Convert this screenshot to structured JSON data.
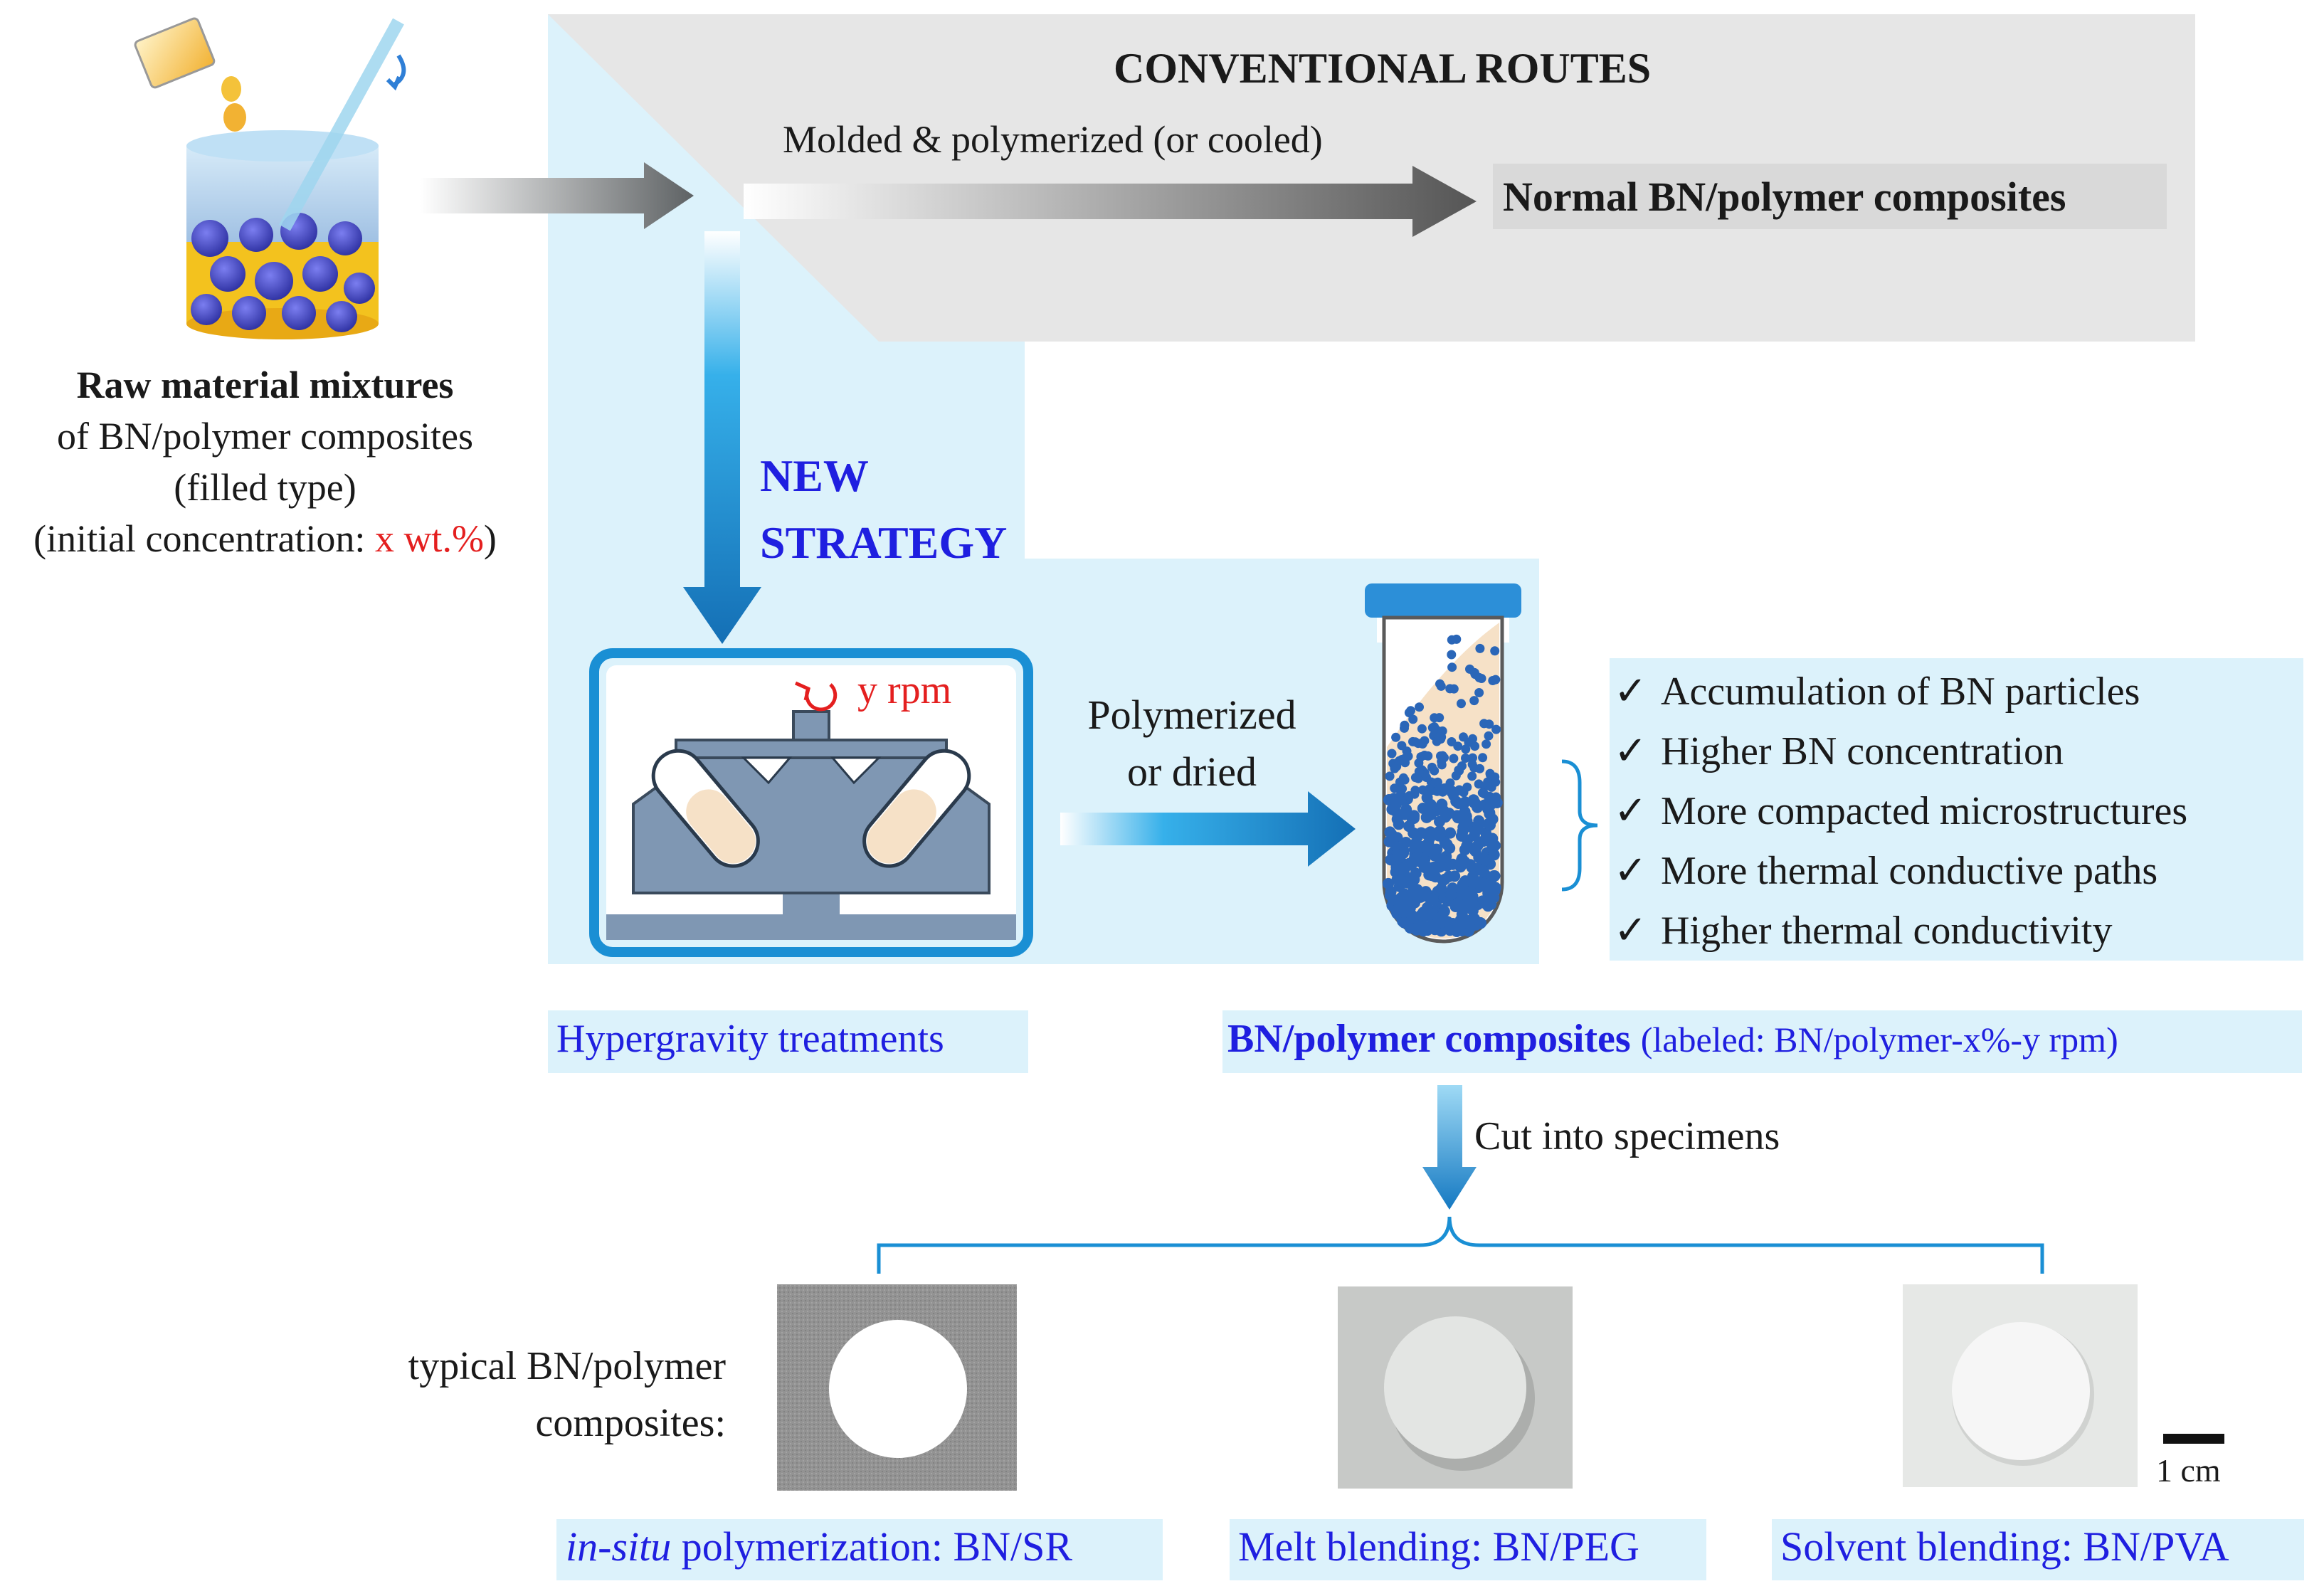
{
  "conventional": {
    "title": "CONVENTIONAL ROUTES",
    "process": "Molded & polymerized (or cooled)",
    "result": "Normal BN/polymer composites"
  },
  "raw": {
    "title": "Raw material mixtures",
    "line2": "of BN/polymer composites",
    "line3": "(filled type)",
    "line4_prefix": "(initial concentration: ",
    "line4_value": "x wt.%",
    "line4_suffix": ")"
  },
  "new_strategy": {
    "line1": "NEW",
    "line2": "STRATEGY"
  },
  "centrifuge": {
    "speed": "y rpm",
    "caption": "Hypergravity treatments"
  },
  "polymerize": {
    "line1": "Polymerized",
    "line2": "or dried"
  },
  "benefits": [
    "Accumulation of BN particles",
    "Higher BN concentration",
    "More compacted  microstructures",
    "More thermal conductive paths",
    "Higher thermal conductivity"
  ],
  "check_symbol": "✓",
  "composite_label": {
    "main": "BN/polymer composites",
    "sub": "(labeled: BN/polymer-x%-y rpm)"
  },
  "cut": "Cut into specimens",
  "typical": {
    "line1": "typical BN/polymer",
    "line2": "composites:"
  },
  "samples": [
    {
      "caption_italic": "in-situ",
      "caption": " polymerization: BN/SR"
    },
    {
      "caption_italic": "",
      "caption": "Melt blending: BN/PEG"
    },
    {
      "caption_italic": "",
      "caption": "Solvent blending: BN/PVA"
    }
  ],
  "scale_bar": "1 cm",
  "colors": {
    "conventional_bg": "#e6e6e6",
    "strategy_bg": "#dcf2fb",
    "arrow_blue": "#1a8fd4",
    "particle_blue": "#2a66b8",
    "text_blue": "#1f1fe0",
    "text_red": "#e41f1f"
  }
}
